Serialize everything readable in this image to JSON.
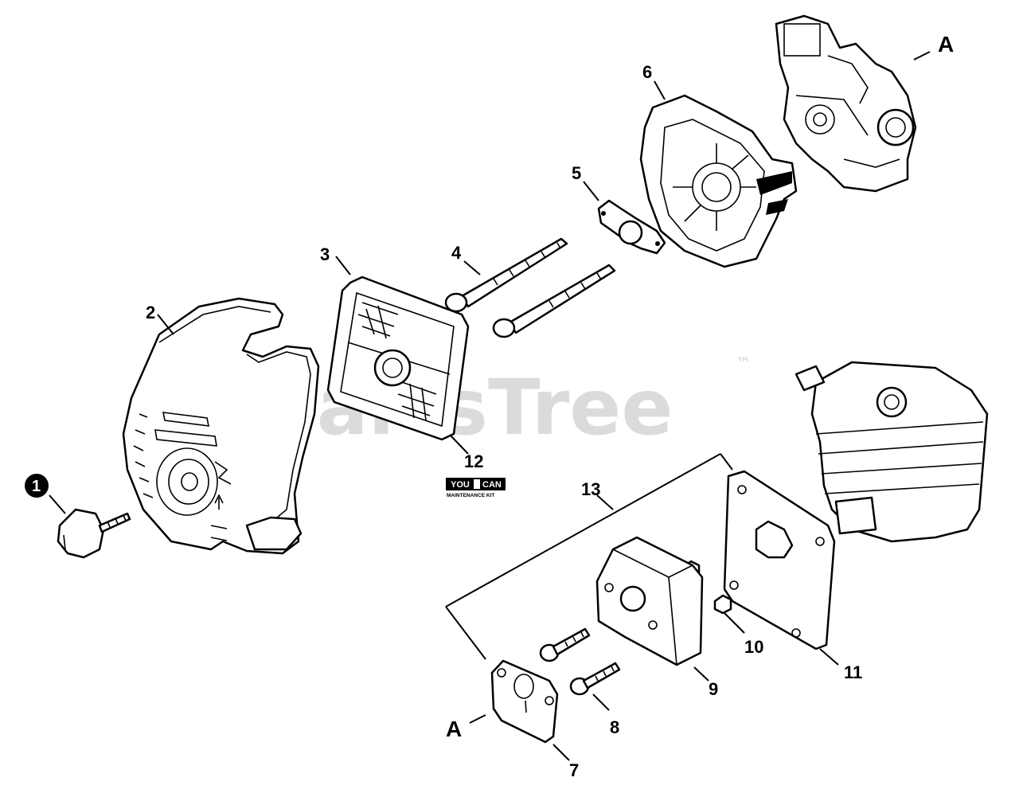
{
  "watermark": {
    "brand": "PartsTree",
    "tm": "™"
  },
  "kit_badge": {
    "you": "YOU",
    "can": "CAN",
    "sub": "MAINTENANCE KIT"
  },
  "callouts": {
    "p1": "1",
    "p2": "2",
    "p3": "3",
    "p4": "4",
    "p5": "5",
    "p6": "6",
    "p7": "7",
    "p8": "8",
    "p9": "9",
    "p10": "10",
    "p11": "11",
    "p12": "12",
    "p13": "13",
    "refA_top": "A",
    "refA_bottom": "A"
  }
}
